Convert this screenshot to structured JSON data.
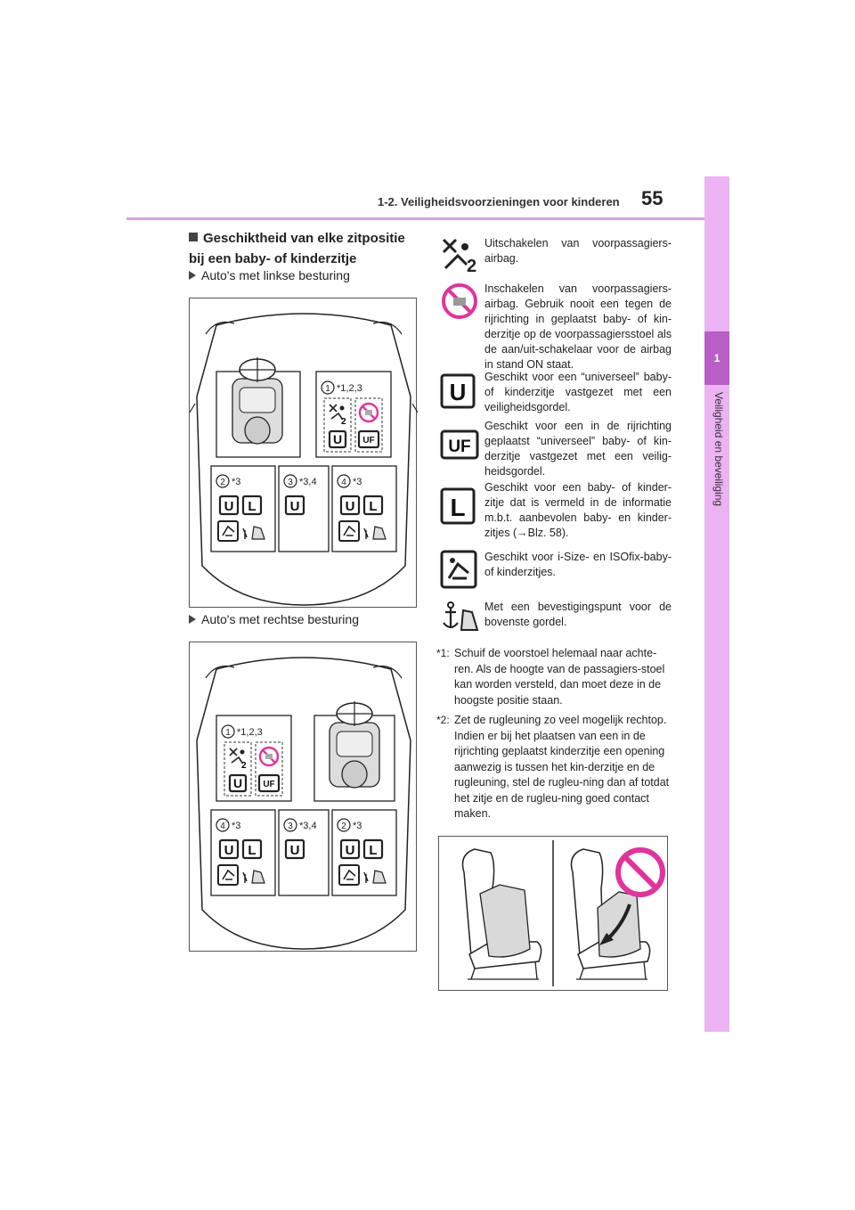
{
  "header": {
    "section_title": "1-2. Veiligheidsvoorzieningen voor kinderen",
    "page_number": "55"
  },
  "side_tab": {
    "chapter_number": "1",
    "chapter_title": "Veiligheid en beveiliging"
  },
  "heading": "Geschiktheid van elke zitpositie bij een baby- of kinderzitje",
  "subheading_lhd": "Auto's met linkse besturing",
  "subheading_rhd": "Auto's met rechtse besturing",
  "diagram_lhd": {
    "front_label": "*1,2,3",
    "rear_left_label": "*3",
    "rear_center_label": "*3,4",
    "rear_right_label": "*3",
    "seat_numbers": [
      "1",
      "2",
      "3",
      "4"
    ],
    "badges": [
      "U",
      "L",
      "UF"
    ]
  },
  "diagram_rhd": {
    "front_label": "*1,2,3",
    "rear_left_label": "*3",
    "rear_center_label": "*3,4",
    "rear_right_label": "*3",
    "seat_numbers": [
      "1",
      "4",
      "3",
      "2"
    ]
  },
  "legend": [
    {
      "icon": "airbag-off-icon",
      "text": "Uitschakelen van voorpassagiers-airbag."
    },
    {
      "icon": "airbag-on-prohibited-icon",
      "text": "Inschakelen van voorpassagiers-airbag. Gebruik nooit een tegen de rijrichting in geplaatst baby- of kin-derzitje op de voorpassagiersstoel als de aan/uit-schakelaar voor de airbag in stand ON staat."
    },
    {
      "icon": "U",
      "text": "Geschikt voor een “universeel” baby- of kinderzitje vastgezet met een veiligheidsgordel."
    },
    {
      "icon": "UF",
      "text": "Geschikt voor een in de rijrichting geplaatst “universeel” baby- of kin-derzitje vastgezet met een veilig-heidsgordel."
    },
    {
      "icon": "L",
      "text": "Geschikt voor een baby- of kinder-zitje dat is vermeld in de informatie m.b.t. aanbevolen baby- en kinder-zitjes (→Blz. 58)."
    },
    {
      "icon": "isofix-icon",
      "text": "Geschikt voor i-Size- en ISOfix-baby- of kinderzitjes."
    },
    {
      "icon": "anchor-icon",
      "text": "Met een bevestigingspunt voor de bovenste gordel."
    }
  ],
  "notes": [
    {
      "key": "*1:",
      "text": "Schuif de voorstoel helemaal naar achte-ren. Als de hoogte van de passagiers-stoel kan worden versteld, dan moet deze in de hoogste positie staan."
    },
    {
      "key": "*2:",
      "text": "Zet de rugleuning zo veel mogelijk rechtop. Indien er bij het plaatsen van een in de rijrichting geplaatst kinderzitje een opening aanwezig is tussen het kin-derzitje en de rugleuning, stel de rugleu-ning dan af totdat het zitje en de rugleu-ning goed contact maken."
    }
  ],
  "colors": {
    "accent": "#e0349c",
    "tab": "#ecb3f2",
    "tab_dark": "#b85ec6"
  }
}
